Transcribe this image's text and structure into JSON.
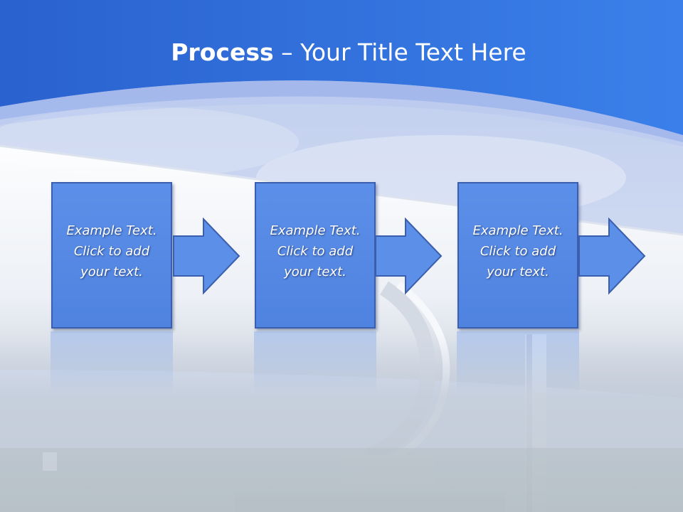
{
  "slide": {
    "title_bold": "Process",
    "title_rest": " – Your Title Text Here",
    "steps": [
      {
        "line1": "Example Text.",
        "line2": "Click  to add",
        "line3": "your text."
      },
      {
        "line1": "Example Text.",
        "line2": "Click  to add",
        "line3": "your text."
      },
      {
        "line1": "Example Text.",
        "line2": "Click  to add",
        "line3": "your text."
      }
    ]
  },
  "colors": {
    "header_blue": "#2e6fd8",
    "box_fill": "#5b8fe8",
    "box_border": "#3b5fae"
  },
  "icons": {
    "background": "pipeline-photo",
    "connector": "right-arrow-icon"
  }
}
